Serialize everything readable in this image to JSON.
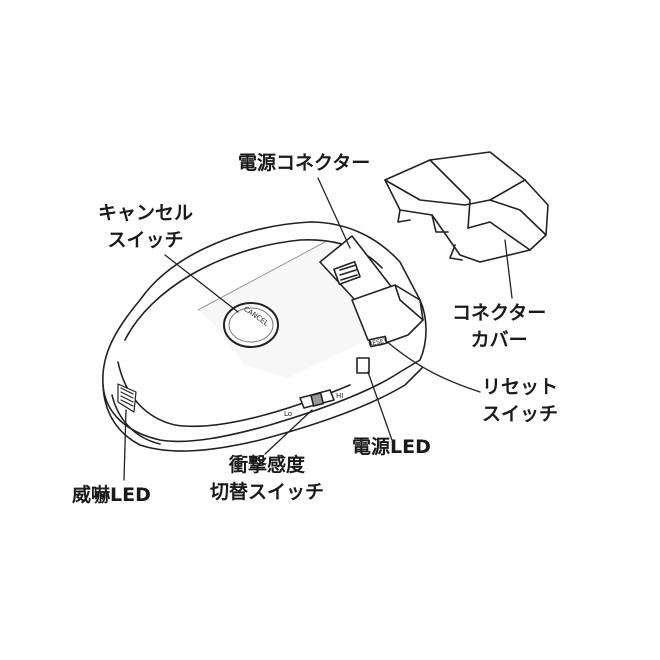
{
  "labels": {
    "power_connector": "電源コネクター",
    "cancel_switch": [
      "キャンセル",
      "スイッチ"
    ],
    "connector_cover": [
      "コネクター",
      "カバー"
    ],
    "reset_switch": [
      "リセット",
      "スイッチ"
    ],
    "power_led": "電源LED",
    "shock_sensitivity": [
      "衝撃感度",
      "切替スイッチ"
    ],
    "threat_led": "威嚇LED"
  },
  "device_markings": {
    "cancel_button": "CANCEL",
    "reset": "RESET",
    "hi": "HI",
    "lo": "Lo"
  },
  "colors": {
    "line": "#222222",
    "device_fill": "#ffffff",
    "shade": "#d8d8d8"
  }
}
